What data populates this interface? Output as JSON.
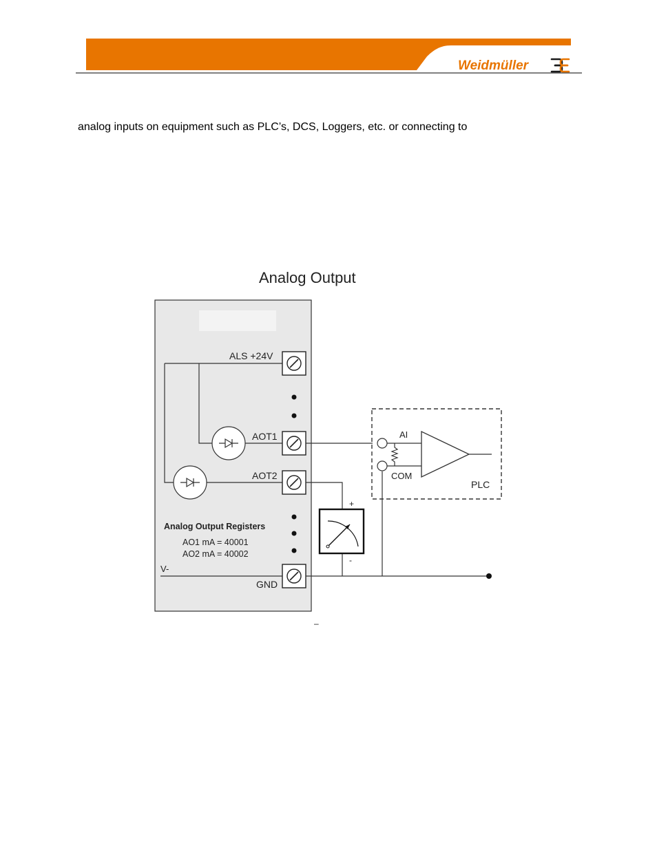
{
  "header": {
    "brand": "Weidmüller",
    "colors": {
      "accent": "#E87500",
      "logo_text": "#E87500",
      "rule": "#000000"
    }
  },
  "body": {
    "line1": "analog inputs on equipment such as PLC’s, DCS, Loggers, etc. or connecting to"
  },
  "diagram": {
    "title": "Analog Output",
    "terminals": {
      "als": "ALS +24V",
      "aot1": "AOT1",
      "aot2": "AOT2",
      "gnd": "GND",
      "vminus": "V-"
    },
    "registers": {
      "heading": "Analog Output Registers",
      "ao1": "AO1 mA = 40001",
      "ao2": "AO2 mA = 40002"
    },
    "meter": {
      "plus": "+",
      "minus": "-"
    },
    "plc": {
      "ai": "AI",
      "com": "COM",
      "label": "PLC"
    },
    "caption_mark": "–"
  }
}
